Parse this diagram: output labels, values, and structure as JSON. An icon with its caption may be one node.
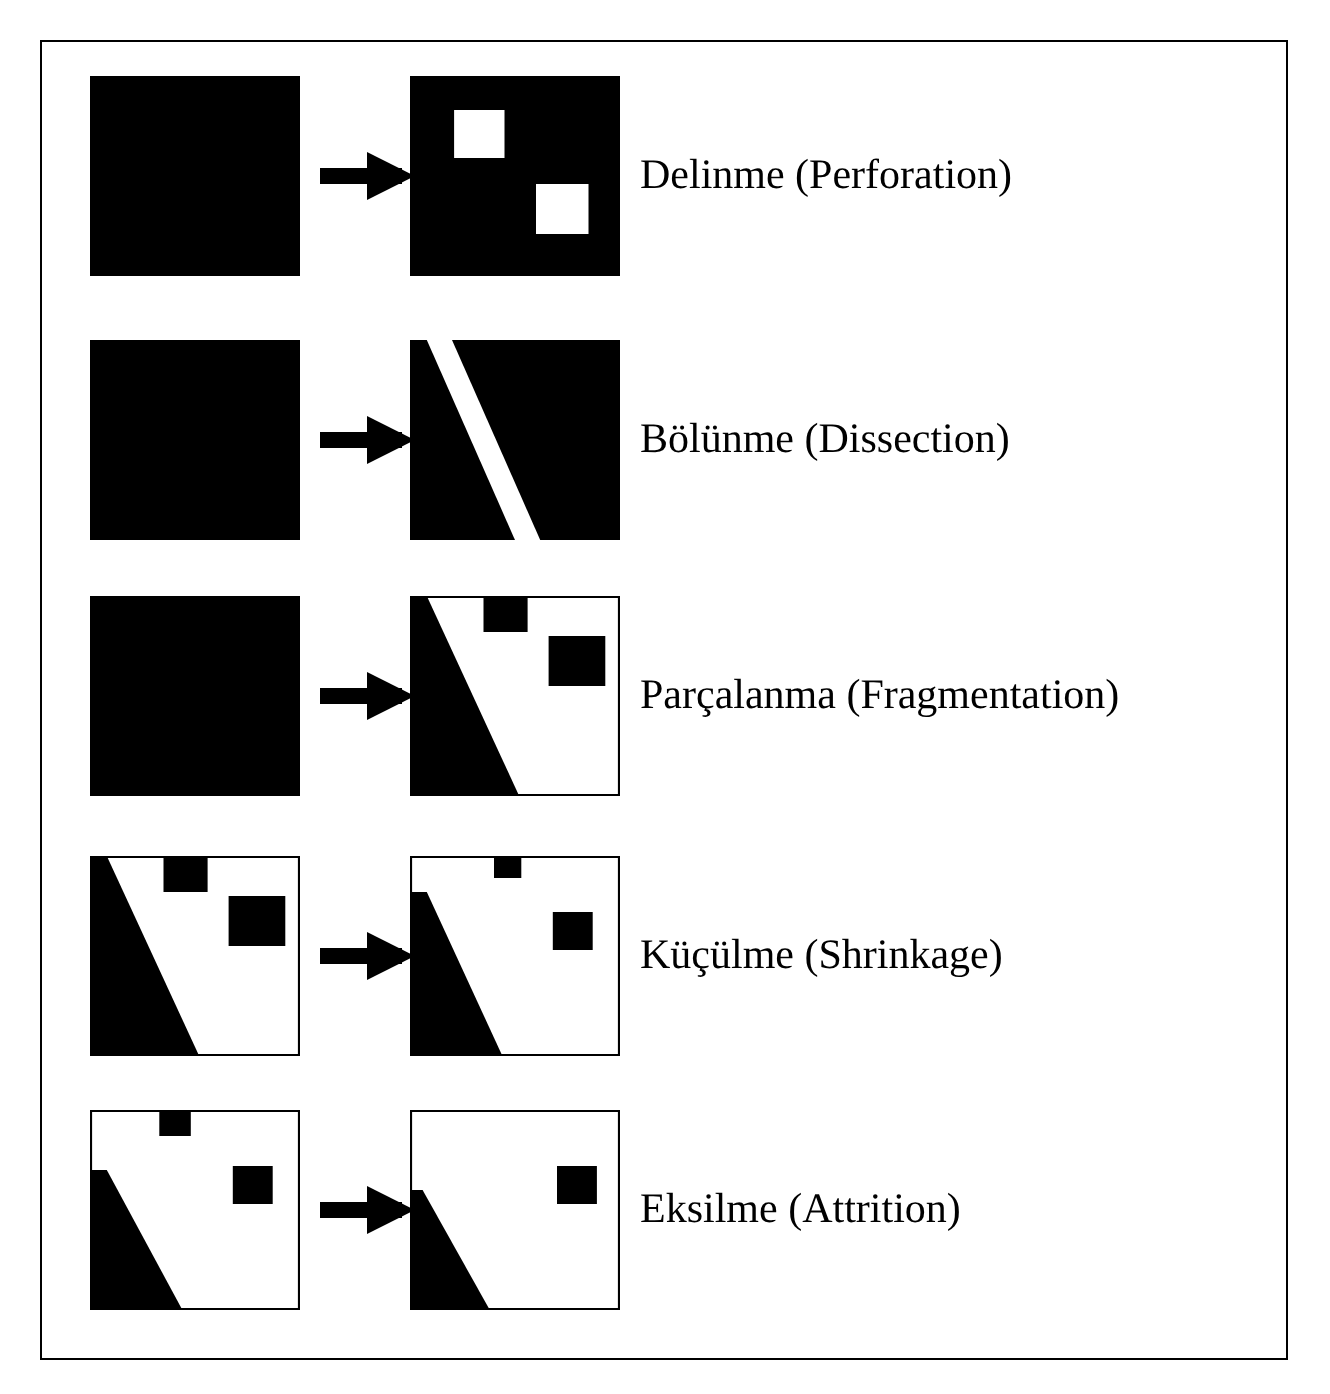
{
  "diagram": {
    "nodes": [
      {
        "text": [],
        "shape": "box"
      },
      {
        "text": [],
        "shape": "picture"
      },
      {
        "text": [],
        "shape": "box"
      },
      {
        "text": [],
        "shape": "picture"
      },
      {
        "text": [],
        "shape": "box"
      },
      {
        "text": [],
        "shape": "picture"
      },
      {
        "text": [],
        "shape": "picture"
      },
      {
        "text": [],
        "shape": "picture"
      },
      {
        "text": [],
        "shape": "picture"
      },
      {
        "text": [],
        "shape": "picture"
      }
    ],
    "edges": [
      {
        "from": 0,
        "to": 1,
        "arrow": "to"
      },
      {
        "from": 2,
        "to": 3,
        "arrow": "to"
      },
      {
        "from": 4,
        "to": 5,
        "arrow": "to"
      },
      {
        "from": 6,
        "to": 7,
        "arrow": "to"
      },
      {
        "from": 8,
        "to": 9,
        "arrow": "to"
      }
    ],
    "labels": [
      "Delinme (Perforation)",
      "Bölünme (Dissection)",
      "Parçalanma (Fragmentation)",
      "Küçülme (Shrinkage)",
      "Eksilme (Attrition)"
    ]
  }
}
